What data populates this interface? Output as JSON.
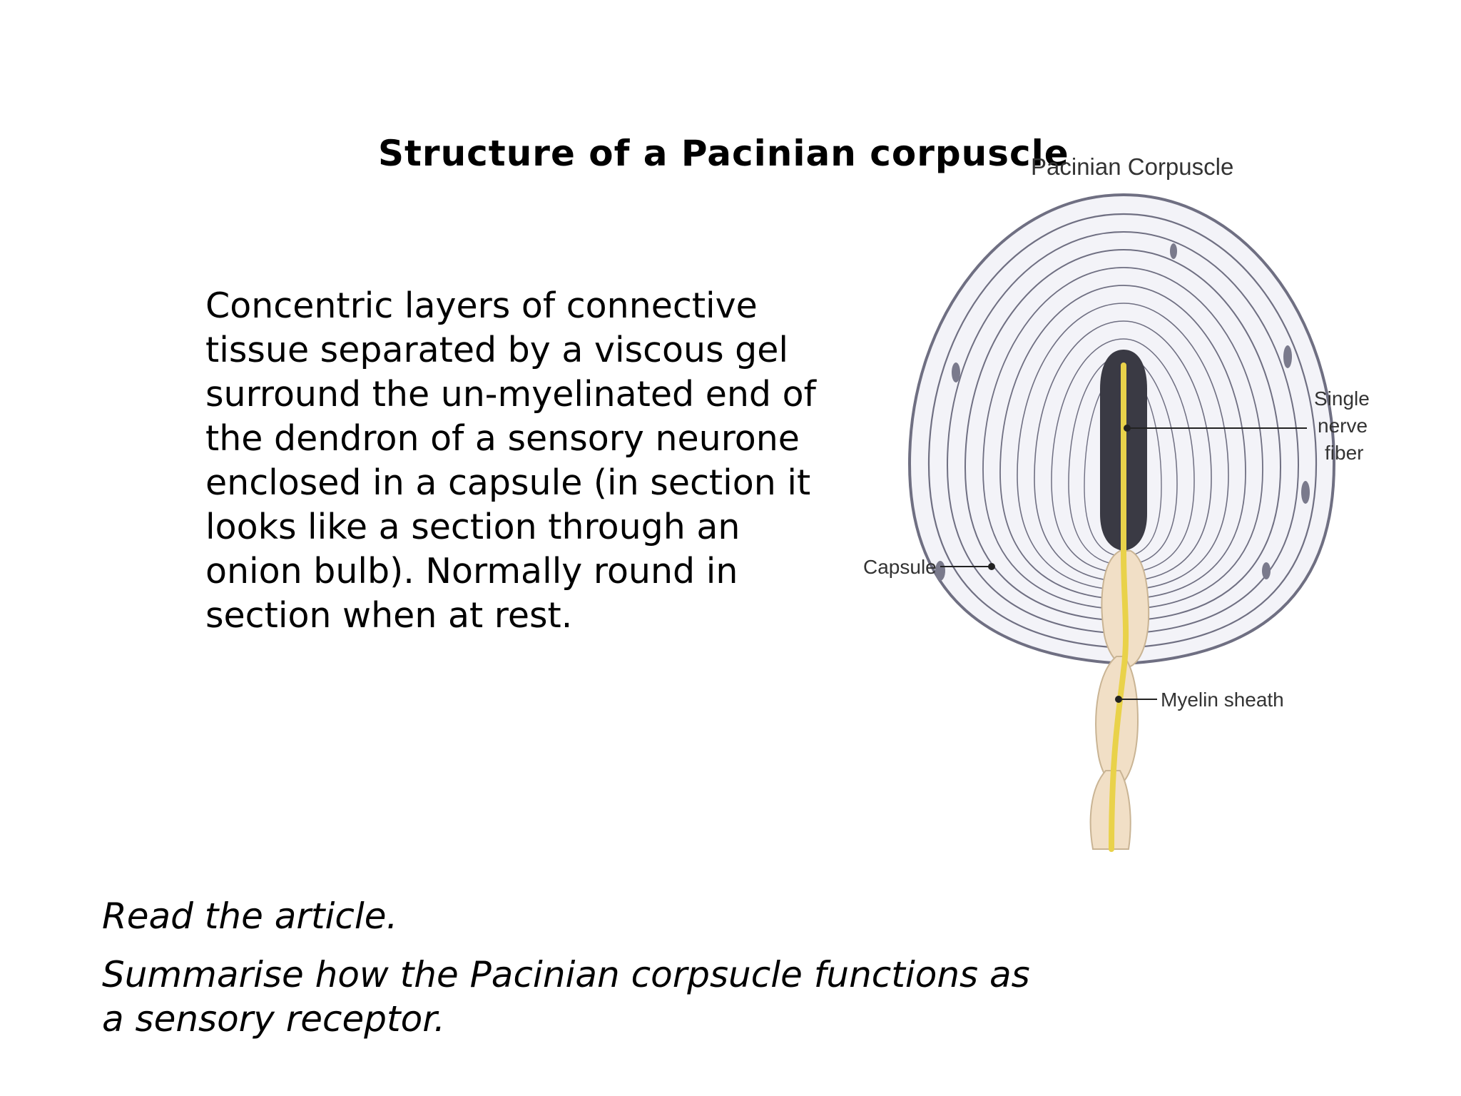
{
  "slide": {
    "title": "Structure of a Pacinian corpuscle",
    "description": "Concentric layers of connective tissue separated by a viscous gel surround the un-myelinated end of the dendron of a sensory neurone enclosed in a capsule (in section it looks like a section through an onion bulb). Normally round in section when at rest.",
    "task_read": "Read the article.",
    "task_summarise": "Summarise how the Pacinian corpsucle functions as a sensory receptor."
  },
  "diagram": {
    "title": "Pacinian Corpuscle",
    "labels": {
      "nerve_line1": "Single",
      "nerve_line2": "nerve",
      "nerve_line3": "fiber",
      "capsule": "Capsule",
      "myelin": "Myelin sheath"
    },
    "colors": {
      "layer_stroke": "#6f6f82",
      "layer_fill": "#f3f3f8",
      "core_dark": "#3a3a44",
      "nerve": "#e9d24a",
      "myelin_fill": "#f1dfc6"
    }
  }
}
